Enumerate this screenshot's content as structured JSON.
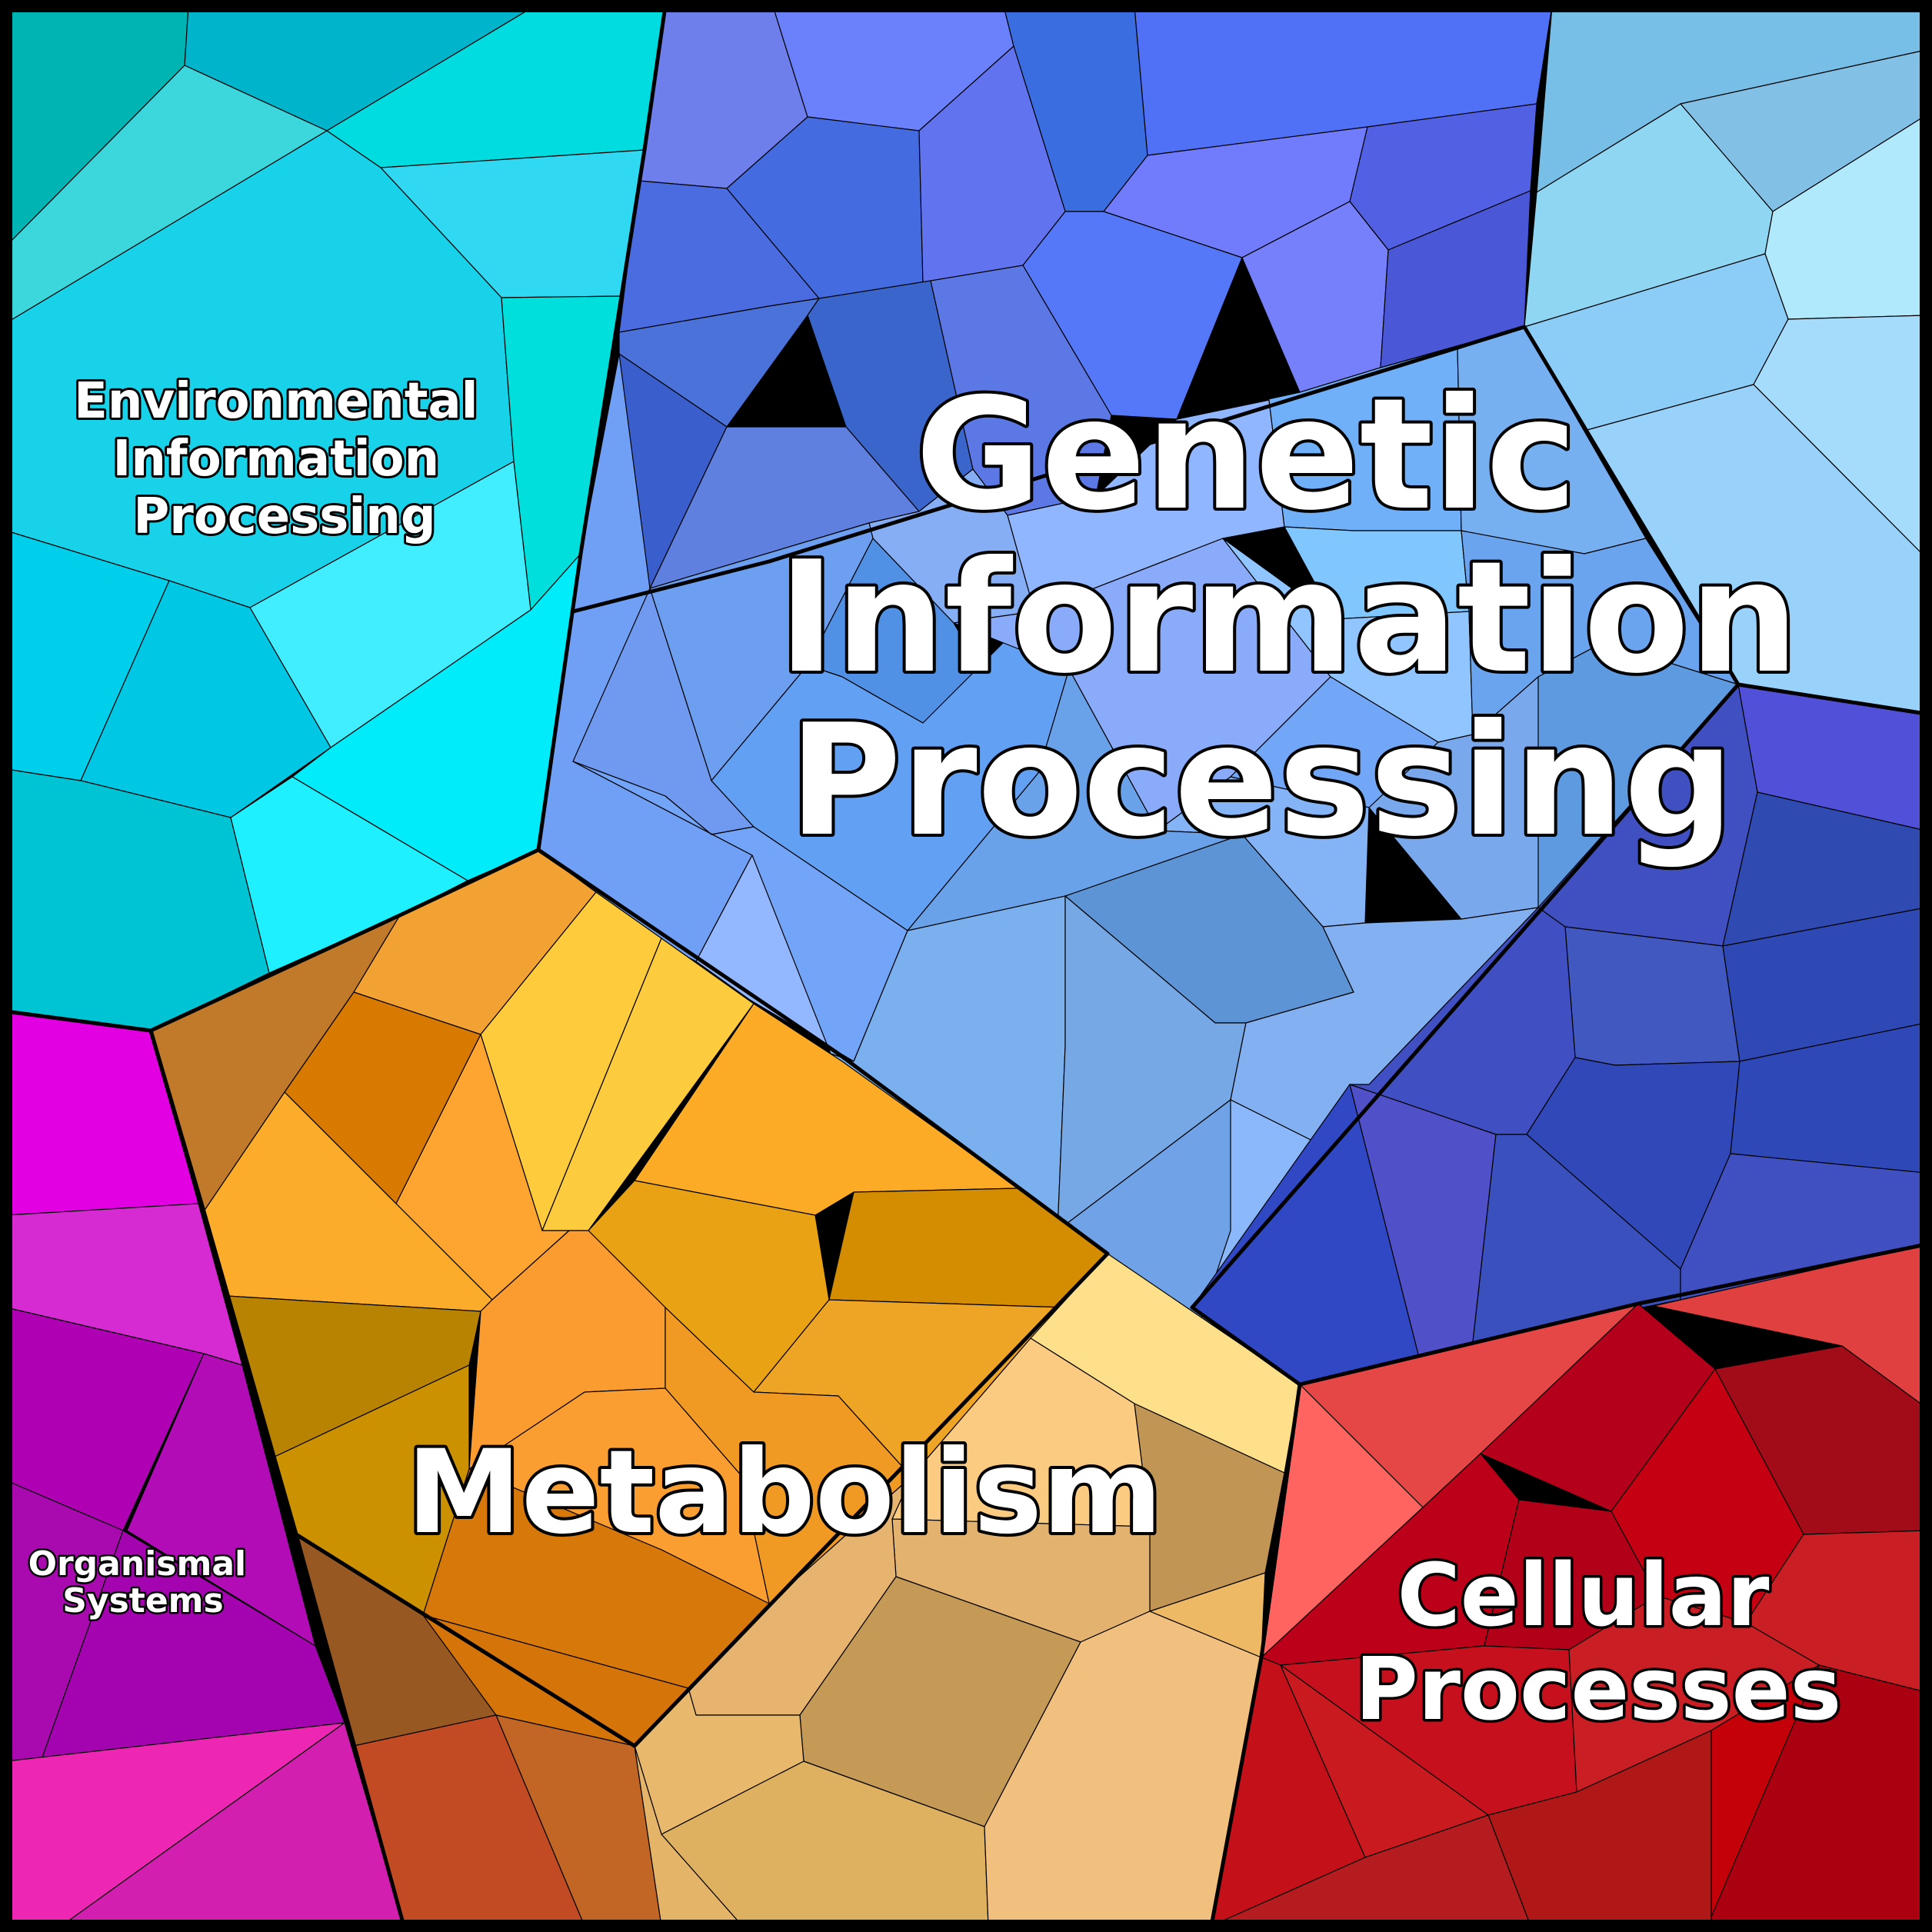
{
  "diagram": {
    "type": "voronoi-treemap",
    "regions": [
      {
        "id": "environmental",
        "label_lines": [
          "Environmental",
          "Information",
          "Processing"
        ],
        "base_color": "#1ecbe8"
      },
      {
        "id": "genetic",
        "label_lines": [
          "Genetic",
          "Information",
          "Processing"
        ],
        "base_color": "#6a8ff0"
      },
      {
        "id": "metabolism",
        "label_lines": [
          "Metabolism"
        ],
        "base_color": "#f2a22e"
      },
      {
        "id": "cellular",
        "label_lines": [
          "Cellular",
          "Processes"
        ],
        "base_color": "#c8121c"
      },
      {
        "id": "organismal",
        "label_lines": [
          "Organismal",
          "Systems"
        ],
        "base_color": "#c414c4"
      }
    ]
  }
}
